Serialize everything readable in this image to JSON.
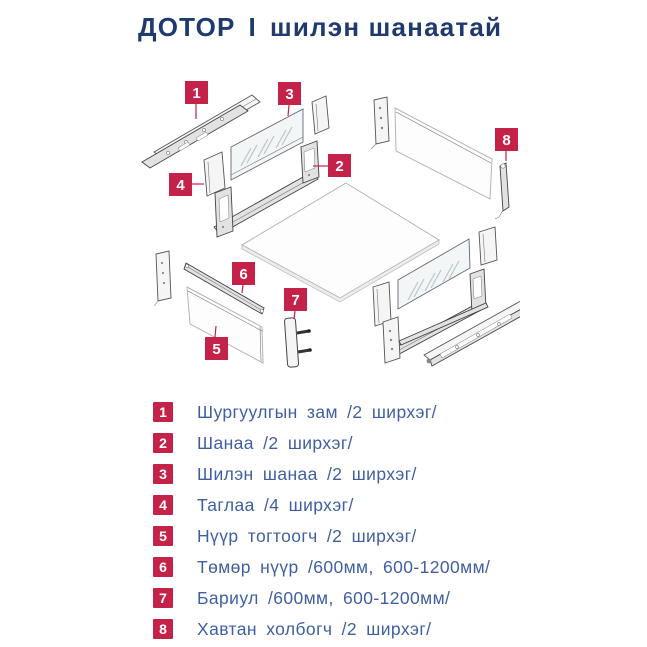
{
  "header": {
    "title_left": "ДОТОР",
    "separator": "I",
    "title_right": "шилэн шанаатай"
  },
  "diagram": {
    "callouts": [
      {
        "num": "1"
      },
      {
        "num": "3"
      },
      {
        "num": "8"
      },
      {
        "num": "2"
      },
      {
        "num": "4"
      },
      {
        "num": "6"
      },
      {
        "num": "7"
      },
      {
        "num": "5"
      }
    ]
  },
  "legend": {
    "items": [
      {
        "num": "1",
        "text": "Шургуулгын зам /2 ширхэг/"
      },
      {
        "num": "2",
        "text": "Шанаа /2 ширхэг/"
      },
      {
        "num": "3",
        "text": "Шилэн шанаа /2 ширхэг/"
      },
      {
        "num": "4",
        "text": "Таглаа /4 ширхэг/"
      },
      {
        "num": "5",
        "text": "Нүүр тогтоогч /2 ширхэг/"
      },
      {
        "num": "6",
        "text": "Төмөр нүүр /600мм, 600-1200мм/"
      },
      {
        "num": "7",
        "text": "Бариул /600мм, 600-1200мм/"
      },
      {
        "num": "8",
        "text": "Хавтан холбогч /2 ширхэг/"
      }
    ]
  },
  "colors": {
    "accent_red": "#c42249",
    "title_navy": "#1e3a6e",
    "legend_blue": "#3f5fa0"
  }
}
